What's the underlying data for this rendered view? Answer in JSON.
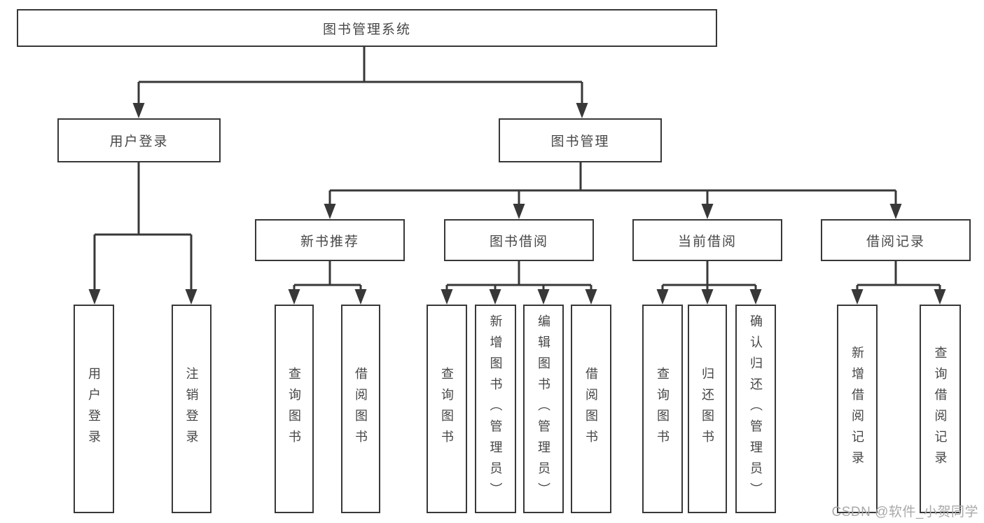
{
  "nodes": {
    "root": {
      "label": "图书管理系统"
    },
    "userLogin": {
      "label": "用户登录"
    },
    "bookManagement": {
      "label": "图书管理"
    },
    "newBookRecommend": {
      "label": "新书推荐"
    },
    "bookBorrowing": {
      "label": "图书借阅"
    },
    "currentBorrowing": {
      "label": "当前借阅"
    },
    "borrowingRecords": {
      "label": "借阅记录"
    },
    "leafUserLogin": {
      "label": "用户登录"
    },
    "leafLogout": {
      "label": "注销登录"
    },
    "leafQueryBooksRecommend": {
      "label": "查询图书"
    },
    "leafBorrowBooksRecommend": {
      "label": "借阅图书"
    },
    "leafQueryBooksBorrow": {
      "label": "查询图书"
    },
    "leafAddBooksAdmin": {
      "label": "新增图书（管理员）"
    },
    "leafEditBooksAdmin": {
      "label": "编辑图书（管理员）"
    },
    "leafBorrowBooksBorrow": {
      "label": "借阅图书"
    },
    "leafQueryBooksCurrent": {
      "label": "查询图书"
    },
    "leafReturnBooks": {
      "label": "归还图书"
    },
    "leafConfirmReturnAdmin": {
      "label": "确认归还（管理员）"
    },
    "leafAddBorrowRecord": {
      "label": "新增借阅记录"
    },
    "leafQueryBorrowRecord": {
      "label": "查询借阅记录"
    }
  },
  "watermark": {
    "text": "CSDN @软件_小贺同学"
  },
  "colors": {
    "line": "#383838",
    "box_border": "#383838",
    "box_fill": "#ffffff",
    "text": "#474747",
    "watermark": "#a9a9a9",
    "background": "#ffffff"
  }
}
